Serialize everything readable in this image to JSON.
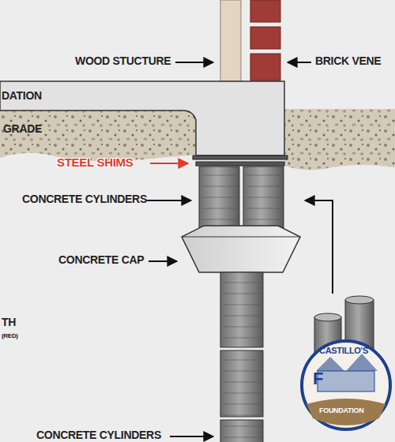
{
  "diagram": {
    "labels": [
      "WOOD STUCTURE",
      "BRICK VENE",
      "DATION",
      "GRADE",
      "STEEL SHIMS",
      "CONCRETE CYLINDERS",
      "CONCRETE CAP",
      "TH",
      "(RED)",
      "CONCRETE CYLINDERS",
      "CASTILLO'S",
      "F",
      "FOUNDATION"
    ]
  }
}
